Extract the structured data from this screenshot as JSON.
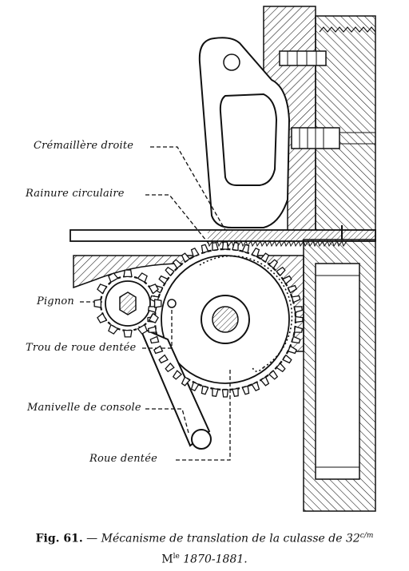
{
  "labels": {
    "cremaillere": "Crémaillère droite",
    "rainure": "Rainure circulaire",
    "pignon": "Pignon",
    "trou": "Trou de roue dentée",
    "manivelle": "Manivelle de console",
    "roue": "Roue dentée"
  },
  "caption": {
    "fig": "Fig. 61.",
    "dash": " — ",
    "text": "Mécanisme de translation de la culasse de 32",
    "unit_sup": "c/m",
    "model": "M",
    "model_sup": "le",
    "years": " 1870-1881."
  }
}
